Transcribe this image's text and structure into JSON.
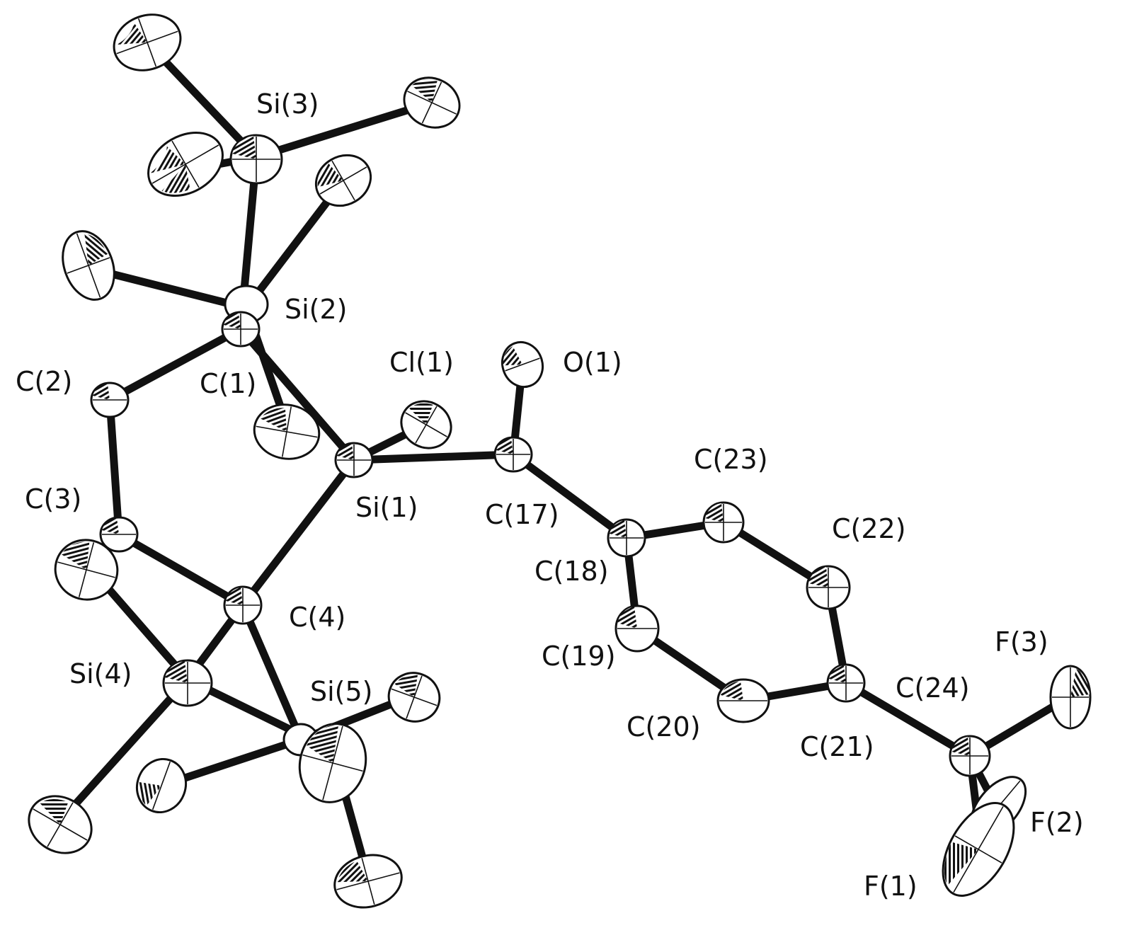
{
  "colors": {
    "ink": "#111111",
    "background": "#ffffff"
  },
  "labels": {
    "Si3": "Si(3)",
    "Si2": "Si(2)",
    "C1": "C(1)",
    "C2": "C(2)",
    "Cl1": "Cl(1)",
    "O1": "O(1)",
    "C23": "C(23)",
    "C3": "C(3)",
    "Si1": "Si(1)",
    "C17": "C(17)",
    "C22": "C(22)",
    "C18": "C(18)",
    "C4": "C(4)",
    "C19": "C(19)",
    "F3": "F(3)",
    "Si4": "Si(4)",
    "Si5": "Si(5)",
    "C24": "C(24)",
    "C20": "C(20)",
    "C21": "C(21)",
    "F2": "F(2)",
    "F1": "F(1)"
  }
}
